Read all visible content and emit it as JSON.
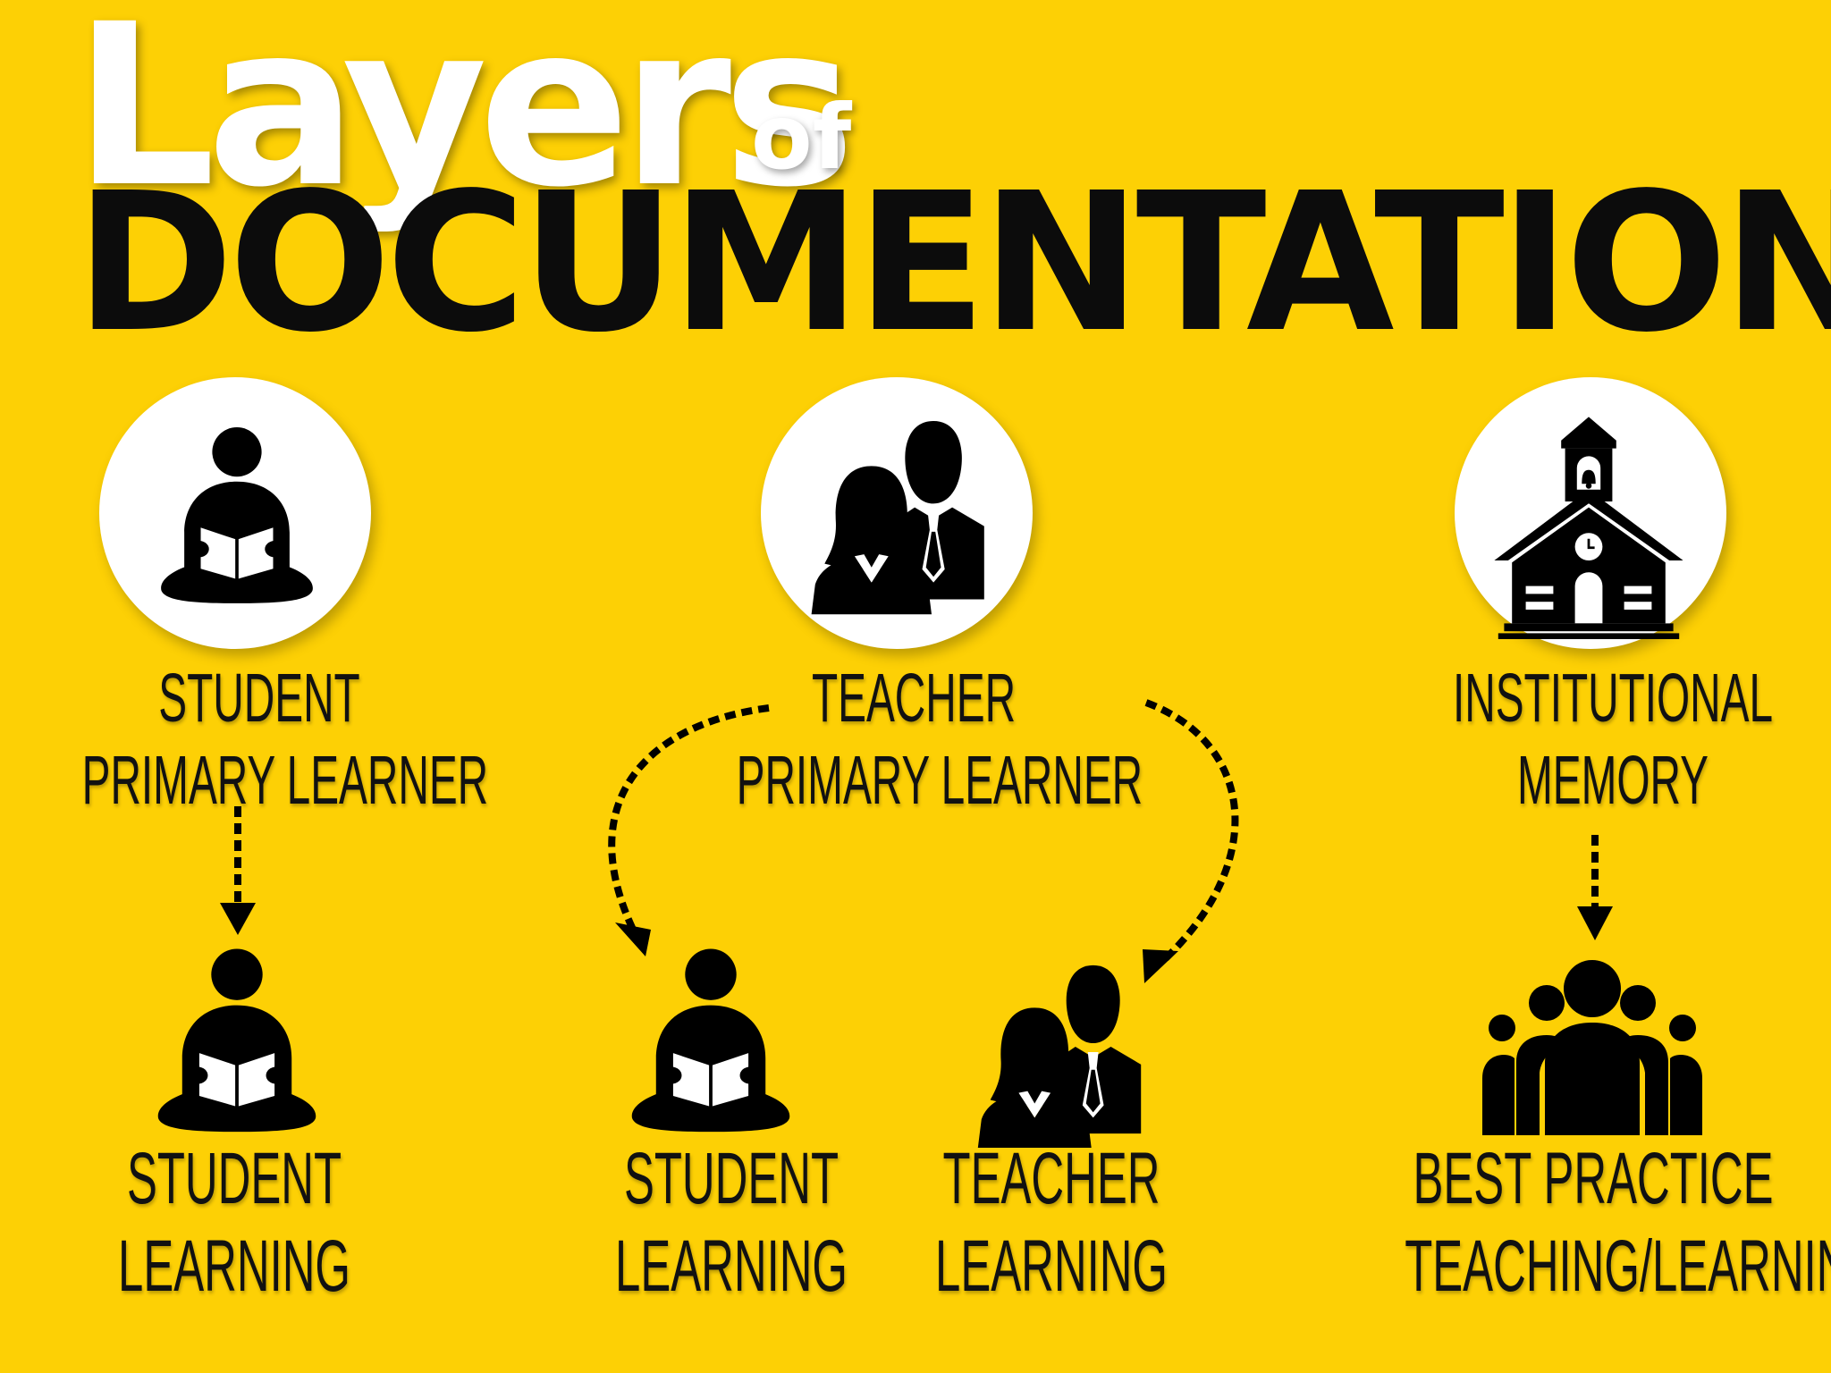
{
  "title": {
    "line1": "Layers",
    "of": "of",
    "line2": "DOCUMENTATION"
  },
  "columns": {
    "student_top": {
      "line1": "STUDENT",
      "line2": "PRIMARY LEARNER"
    },
    "teacher_top": {
      "line1": "TEACHER",
      "line2": "PRIMARY LEARNER"
    },
    "institutional_top": {
      "line1": "INSTITUTIONAL",
      "line2": "MEMORY"
    }
  },
  "outcomes": {
    "student_learning_left": {
      "line1": "STUDENT",
      "line2": "LEARNING"
    },
    "student_learning_mid": {
      "line1": "STUDENT",
      "line2": "LEARNING"
    },
    "teacher_learning": {
      "line1": "TEACHER",
      "line2": "LEARNING"
    },
    "best_practice": {
      "line1": "BEST PRACTICE",
      "line2": "TEACHING/LEARNING"
    }
  },
  "icons": {
    "student": "reading-student-icon",
    "teacher": "teacher-pair-icon",
    "school": "schoolhouse-icon",
    "group": "group-icon"
  },
  "colors": {
    "background": "#FDD005",
    "title_light": "#FFFFFF",
    "title_dark": "#0C0C0C"
  }
}
